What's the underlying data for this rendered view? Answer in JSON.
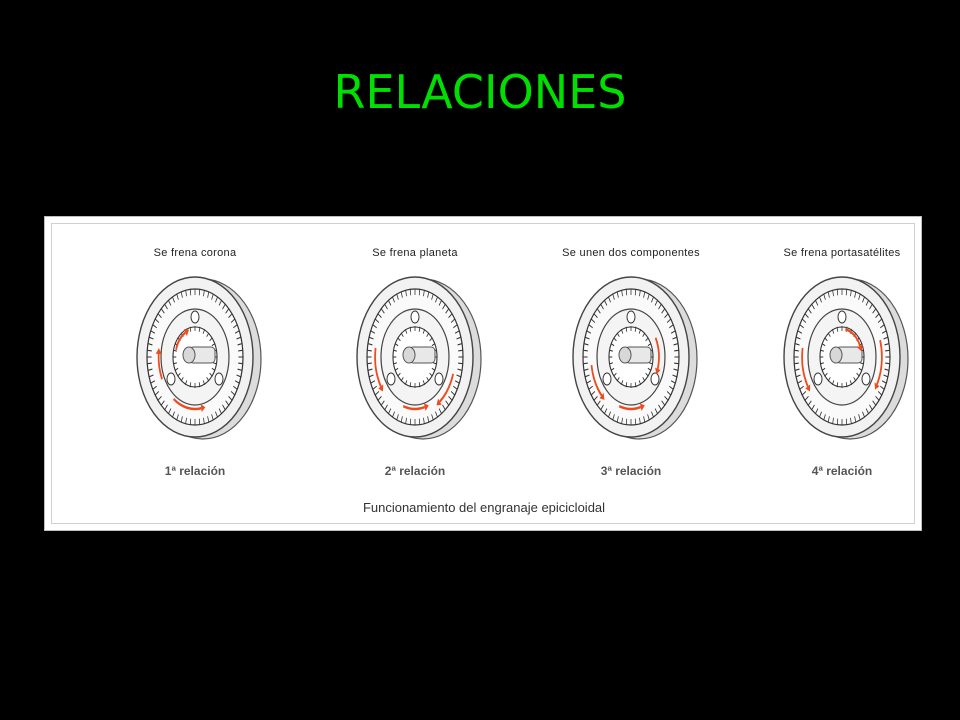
{
  "slide": {
    "title": "RELACIONES",
    "title_color": "#00e000",
    "background": "#000000"
  },
  "figure": {
    "caption": "Funcionamiento del engranaje epicicloidal",
    "accent_color": "#f04a1c",
    "diagrams": [
      {
        "condition": "Se frena corona",
        "relation": "1ª relación"
      },
      {
        "condition": "Se frena planeta",
        "relation": "2ª relación"
      },
      {
        "condition": "Se unen dos componentes",
        "relation": "3ª relación"
      },
      {
        "condition": "Se frena portasatélites",
        "relation": "4ª relación"
      }
    ]
  }
}
